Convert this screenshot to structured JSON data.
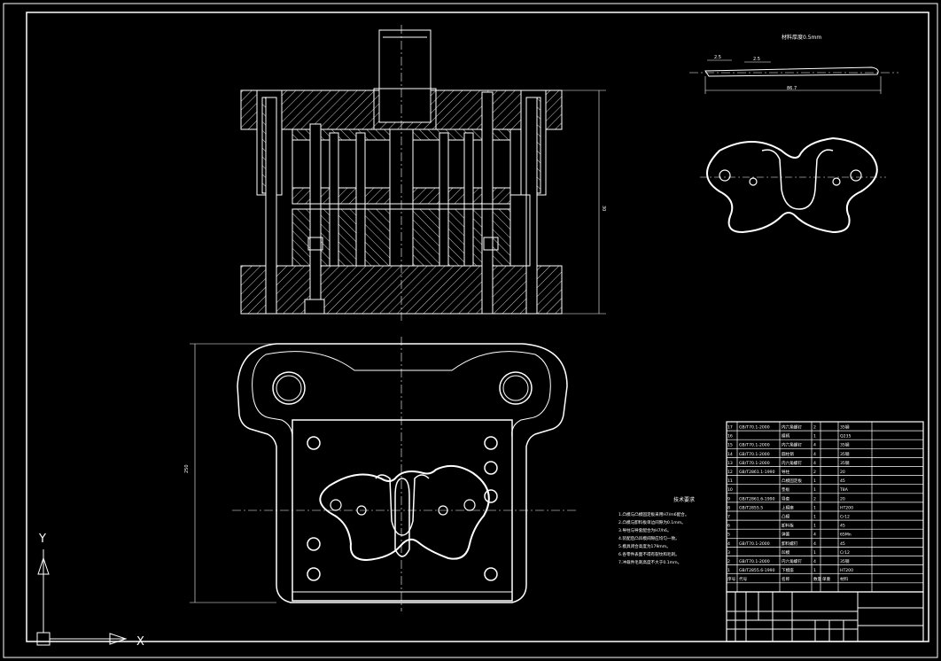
{
  "drawing": {
    "strip_title": "材料厚度0.5mm",
    "strip_dim_left": "2.5",
    "strip_dim_mid": "2.5",
    "strip_dim_bottom": "86.7",
    "side_dim_front": "30",
    "side_dim_plan": "250",
    "tech_title": "技术要求",
    "tech_lines": [
      "1.凸模与凸模固定板采用H7/m6配合。",
      "2.凸模与卸料板单边间隙为0.1mm。",
      "3.导柱与导套配合为H7/h6。",
      "4.装配后凸凹模间隙应均匀一致。",
      "5.模具闭合高度为179mm。",
      "6.各零件表面不得有裂纹和毛刺。",
      "7.冲裁件毛刺高度不大于0.1mm。"
    ]
  },
  "bom": {
    "rows": [
      [
        "17",
        "GB/T70.1-2000",
        "内六角螺钉",
        "2",
        "",
        "35钢"
      ],
      [
        "16",
        "",
        "模柄",
        "1",
        "",
        "Q235"
      ],
      [
        "15",
        "GB/T70.1-2000",
        "内六角螺钉",
        "4",
        "",
        "35钢"
      ],
      [
        "14",
        "GB/T70.1-2000",
        "圆柱销",
        "4",
        "",
        "35钢"
      ],
      [
        "13",
        "GB/T70.1-2000",
        "内六角螺钉",
        "4",
        "",
        "35钢"
      ],
      [
        "12",
        "GB/T2861.1-1990",
        "导柱",
        "2",
        "",
        "20"
      ],
      [
        "11",
        "",
        "凸模固定板",
        "1",
        "",
        "45"
      ],
      [
        "10",
        "",
        "垫板",
        "1",
        "",
        "T8A"
      ],
      [
        "9",
        "GB/T2861.6-1990",
        "导套",
        "2",
        "",
        "20"
      ],
      [
        "8",
        "GB/T2855.5",
        "上模座",
        "1",
        "",
        "HT200"
      ],
      [
        "7",
        "",
        "凸模",
        "1",
        "",
        "Cr12"
      ],
      [
        "6",
        "",
        "卸料板",
        "1",
        "",
        "45"
      ],
      [
        "5",
        "",
        "弹簧",
        "4",
        "",
        "65Mn"
      ],
      [
        "4",
        "GB/T70.1-2000",
        "卸料螺钉",
        "4",
        "",
        "45"
      ],
      [
        "3",
        "",
        "凹模",
        "1",
        "",
        "Cr12"
      ],
      [
        "2",
        "GB/T70.1-2000",
        "内六角螺钉",
        "4",
        "",
        "35钢"
      ],
      [
        "1",
        "GB/T2855.6-1990",
        "下模座",
        "1",
        "",
        "HT200"
      ]
    ],
    "header": [
      "序号",
      "代号",
      "名称",
      "数量",
      "单重",
      "材料"
    ]
  },
  "ucs": {
    "x": "X",
    "y": "Y"
  }
}
